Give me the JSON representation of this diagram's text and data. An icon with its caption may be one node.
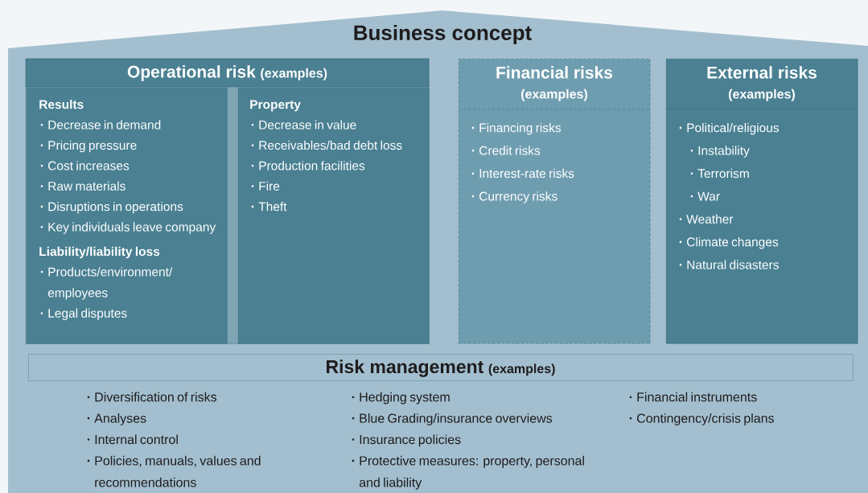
{
  "diagram": {
    "nodes": [
      {
        "text": [
          "Business concept"
        ]
      },
      {
        "text": [
          "Operational risk",
          "(examples)"
        ],
        "in": 0
      },
      {
        "text": [
          "Results",
          "Decrease in demand",
          "Pricing pressure",
          "Cost increases",
          "Raw materials",
          "Disruptions in operations",
          "Key individuals leave company",
          "Liability/liability loss",
          "Products/environment/ employees",
          "Legal disputes"
        ],
        "in": 1
      },
      {
        "text": [
          "Property",
          "Decrease in value",
          "Receivables/bad debt loss",
          "Production facilities",
          "Fire",
          "Theft"
        ],
        "in": 1
      },
      {
        "text": [
          "Financial risks",
          "(examples)",
          "Financing risks",
          "Credit risks",
          "Interest-rate risks",
          "Currency risks"
        ],
        "in": 0
      },
      {
        "text": [
          "External risks",
          "(examples)",
          "Political/religious",
          "Instability",
          "Terrorism",
          "War",
          "Weather",
          "Climate changes",
          "Natural disasters"
        ],
        "in": 0
      },
      {
        "text": [
          "Risk management",
          "(examples)"
        ],
        "in": 0,
        "beside": [
          "Diversification of risks",
          "Analyses",
          "Internal control",
          "Policies, manuals, values and recommendations",
          "Hedging system",
          "Blue Grading/insurance overviews",
          "Insurance policies",
          "Protective measures: property, personal and liability",
          "Financial instruments",
          "Contingency/crisis plans"
        ]
      }
    ]
  }
}
